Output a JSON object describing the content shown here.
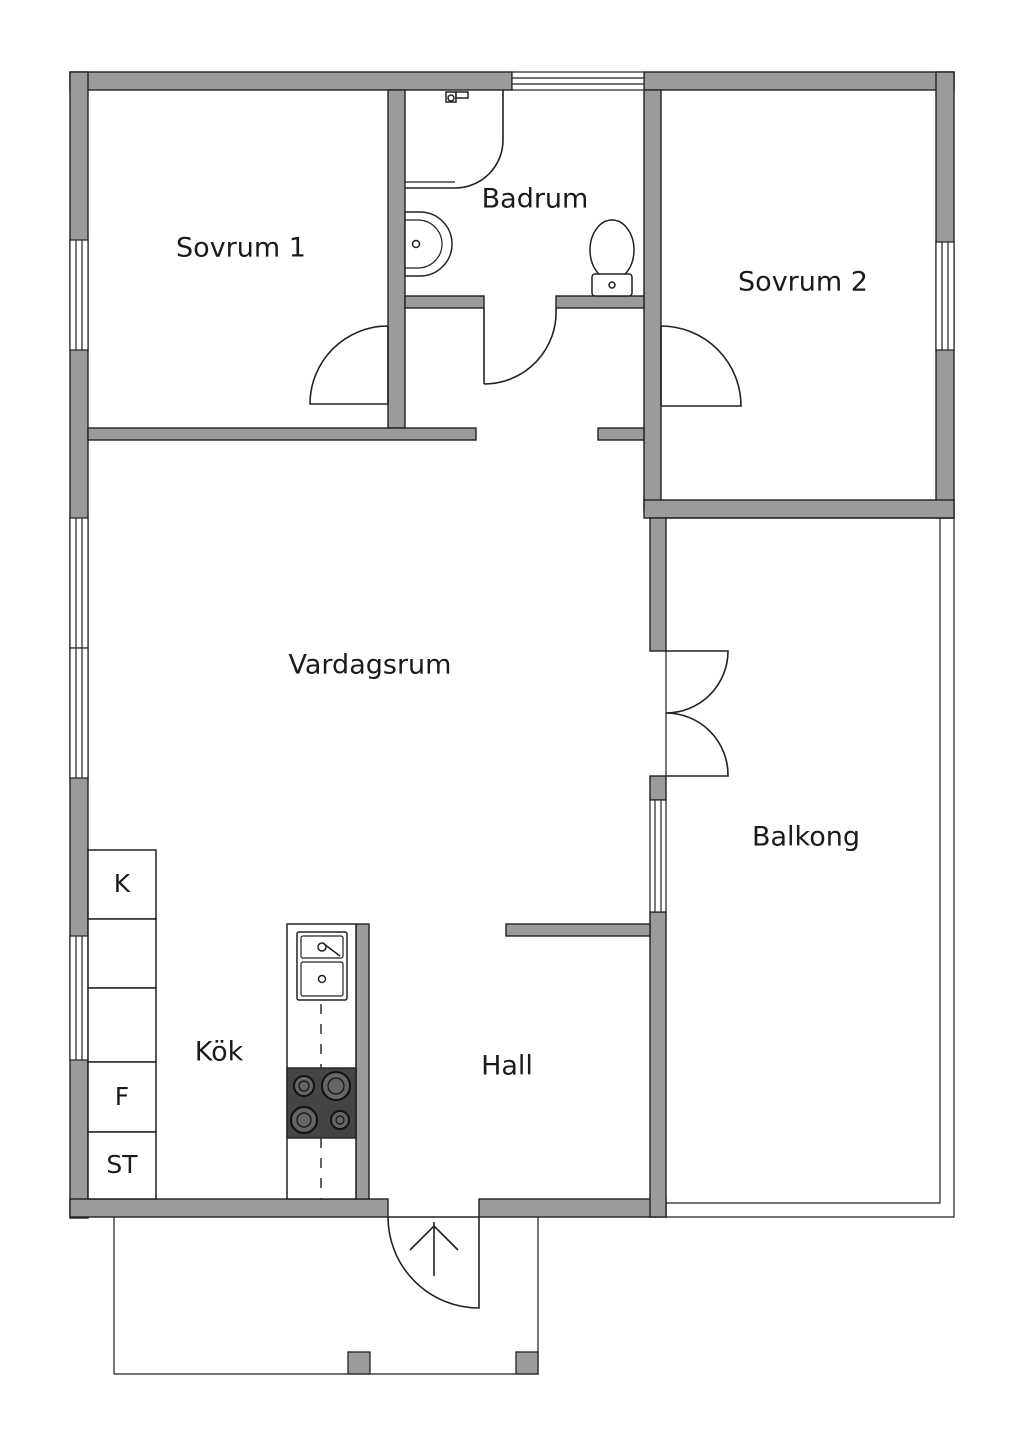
{
  "rooms": {
    "sovrum1": "Sovrum 1",
    "badrum": "Badrum",
    "sovrum2": "Sovrum 2",
    "vardagsrum": "Vardagsrum",
    "balkong": "Balkong",
    "kok": "Kök",
    "hall": "Hall"
  },
  "appliances": {
    "k": "K",
    "f": "F",
    "st": "ST"
  },
  "colors": {
    "wall": "#9b9b9b",
    "stove": "#444444",
    "line": "#222222"
  }
}
